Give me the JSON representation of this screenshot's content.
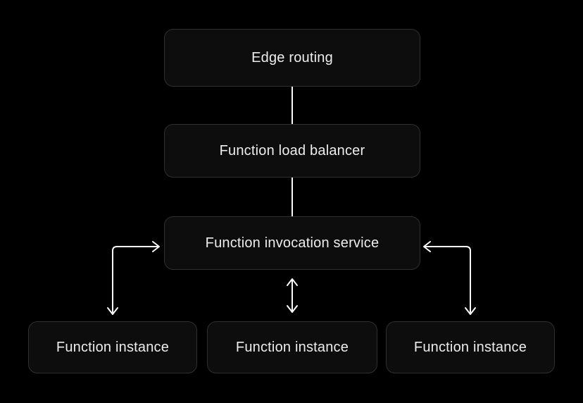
{
  "theme": {
    "background": "#000000",
    "node_background": "#0d0d0d",
    "node_border": "#2f2f2f",
    "node_text": "#ededed",
    "connector": "#fafafa"
  },
  "diagram": {
    "nodes": [
      {
        "id": "edge-routing",
        "label": "Edge routing"
      },
      {
        "id": "function-load-balancer",
        "label": "Function load balancer"
      },
      {
        "id": "function-invocation-service",
        "label": "Function invocation service"
      },
      {
        "id": "function-instance-left",
        "label": "Function instance"
      },
      {
        "id": "function-instance-middle",
        "label": "Function instance"
      },
      {
        "id": "function-instance-right",
        "label": "Function instance"
      }
    ],
    "connectors": [
      {
        "from": "edge-routing",
        "to": "function-load-balancer",
        "type": "plain-line"
      },
      {
        "from": "function-load-balancer",
        "to": "function-invocation-service",
        "type": "plain-line"
      },
      {
        "from": "function-instance-left",
        "to": "function-invocation-service",
        "type": "elbow-two-arrowheads"
      },
      {
        "from": "function-invocation-service",
        "to": "function-instance-middle",
        "type": "vertical-double-arrow"
      },
      {
        "from": "function-instance-right",
        "to": "function-invocation-service",
        "type": "elbow-two-arrowheads"
      }
    ]
  }
}
